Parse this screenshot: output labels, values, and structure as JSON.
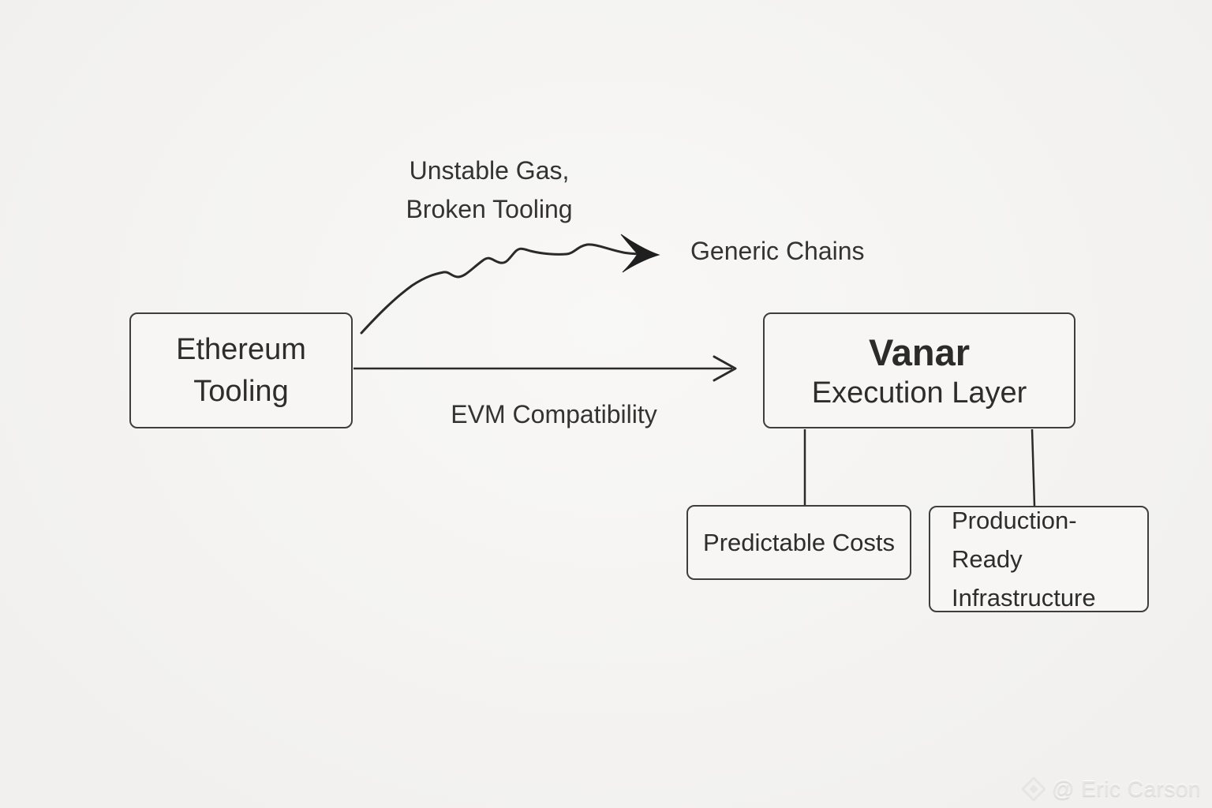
{
  "canvas": {
    "background_color": "#f5f4f2",
    "ink_color": "#2e2e2e",
    "box_border_color": "#3e3e3e",
    "box_fill_color": "#f7f6f4",
    "watermark_color": "#e6e5e3"
  },
  "nodes": {
    "ethereum": {
      "line1": "Ethereum",
      "line2": "Tooling"
    },
    "vanar": {
      "line1": "Vanar",
      "line2": "Execution Layer"
    },
    "generic_chains": {
      "label": "Generic Chains"
    },
    "predictable_costs": {
      "label": "Predictable Costs"
    },
    "production_ready": {
      "line1": "Production-Ready",
      "line2": "Infrastructure"
    }
  },
  "edge_labels": {
    "unstable_line1": "Unstable Gas,",
    "unstable_line2": "Broken Tooling",
    "evm": "EVM Compatibility"
  },
  "edges": [
    {
      "from": "ethereum-tooling",
      "to": "generic-chains",
      "label": "Unstable Gas, Broken Tooling",
      "style": "wavy-arrow"
    },
    {
      "from": "ethereum-tooling",
      "to": "vanar-execution-layer",
      "label": "EVM Compatibility",
      "style": "straight-arrow"
    },
    {
      "from": "vanar-execution-layer",
      "to": "predictable-costs",
      "style": "connector-line"
    },
    {
      "from": "vanar-execution-layer",
      "to": "production-ready-infrastructure",
      "style": "connector-line"
    }
  ],
  "watermark": {
    "handle": "@ Eric Carson",
    "icon": "diamond-logo-icon"
  }
}
